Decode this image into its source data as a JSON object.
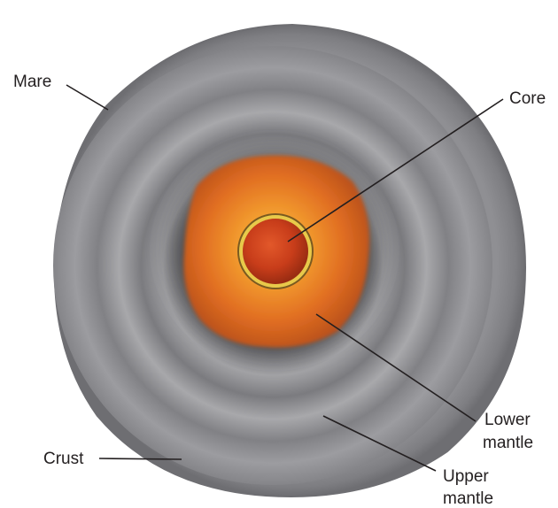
{
  "labels": {
    "mare": "Mare",
    "core": "Core",
    "lower_mantle_1": "Lower",
    "lower_mantle_2": "mantle",
    "crust": "Crust",
    "upper_mantle_1": "Upper",
    "upper_mantle_2": "mantle"
  },
  "colors": {
    "crust_outer": "#9c9c9f",
    "crust_edge": "#6e6e72",
    "mantle_dark": "#6d6d71",
    "mantle_light": "#a8a8ab",
    "lower_mantle_glow": "#f3a030",
    "lower_mantle_deep": "#d45a1a",
    "core": "#c03a18",
    "core_rim": "#e8c94a",
    "leader_line": "#231f20"
  }
}
